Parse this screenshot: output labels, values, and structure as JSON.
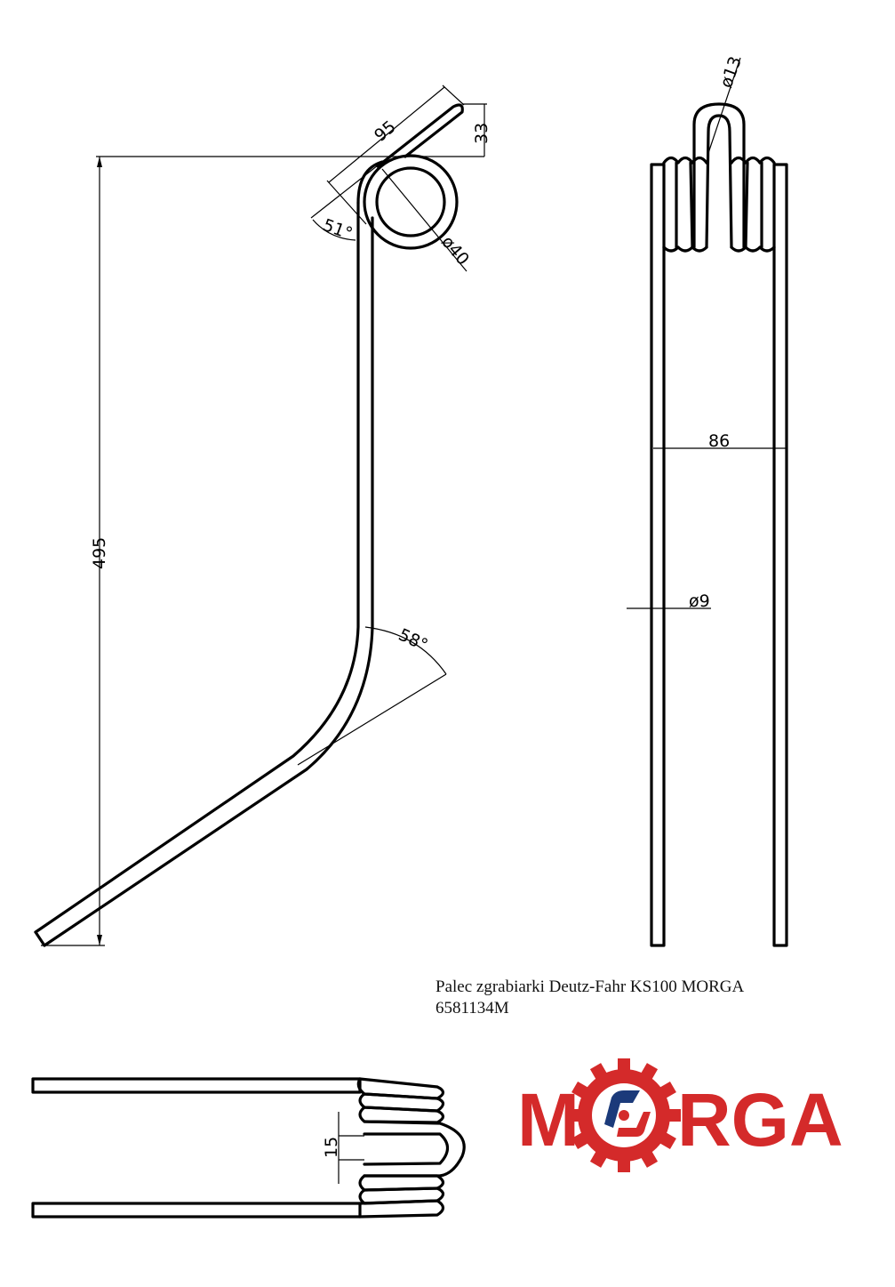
{
  "drawing": {
    "title": "Palec zgrabiarki Deutz-Fahr KS100 MORGA",
    "part_number": "6581134M",
    "side_view": {
      "dimensions": {
        "height": "495",
        "arm_length": "95",
        "arm_rise": "33",
        "arm_angle": "51°",
        "coil_diameter": "ø40",
        "bend_angle": "58°"
      }
    },
    "front_view": {
      "dimensions": {
        "loop_diameter": "ø13",
        "tine_spacing": "86",
        "wire_diameter": "ø9"
      }
    },
    "top_view": {
      "dimensions": {
        "loop_width": "15"
      }
    }
  },
  "logo": {
    "text_left": "M",
    "text_right": "RGA",
    "brand_color": "#d42a2a",
    "accent_color": "#1b3a7a"
  }
}
